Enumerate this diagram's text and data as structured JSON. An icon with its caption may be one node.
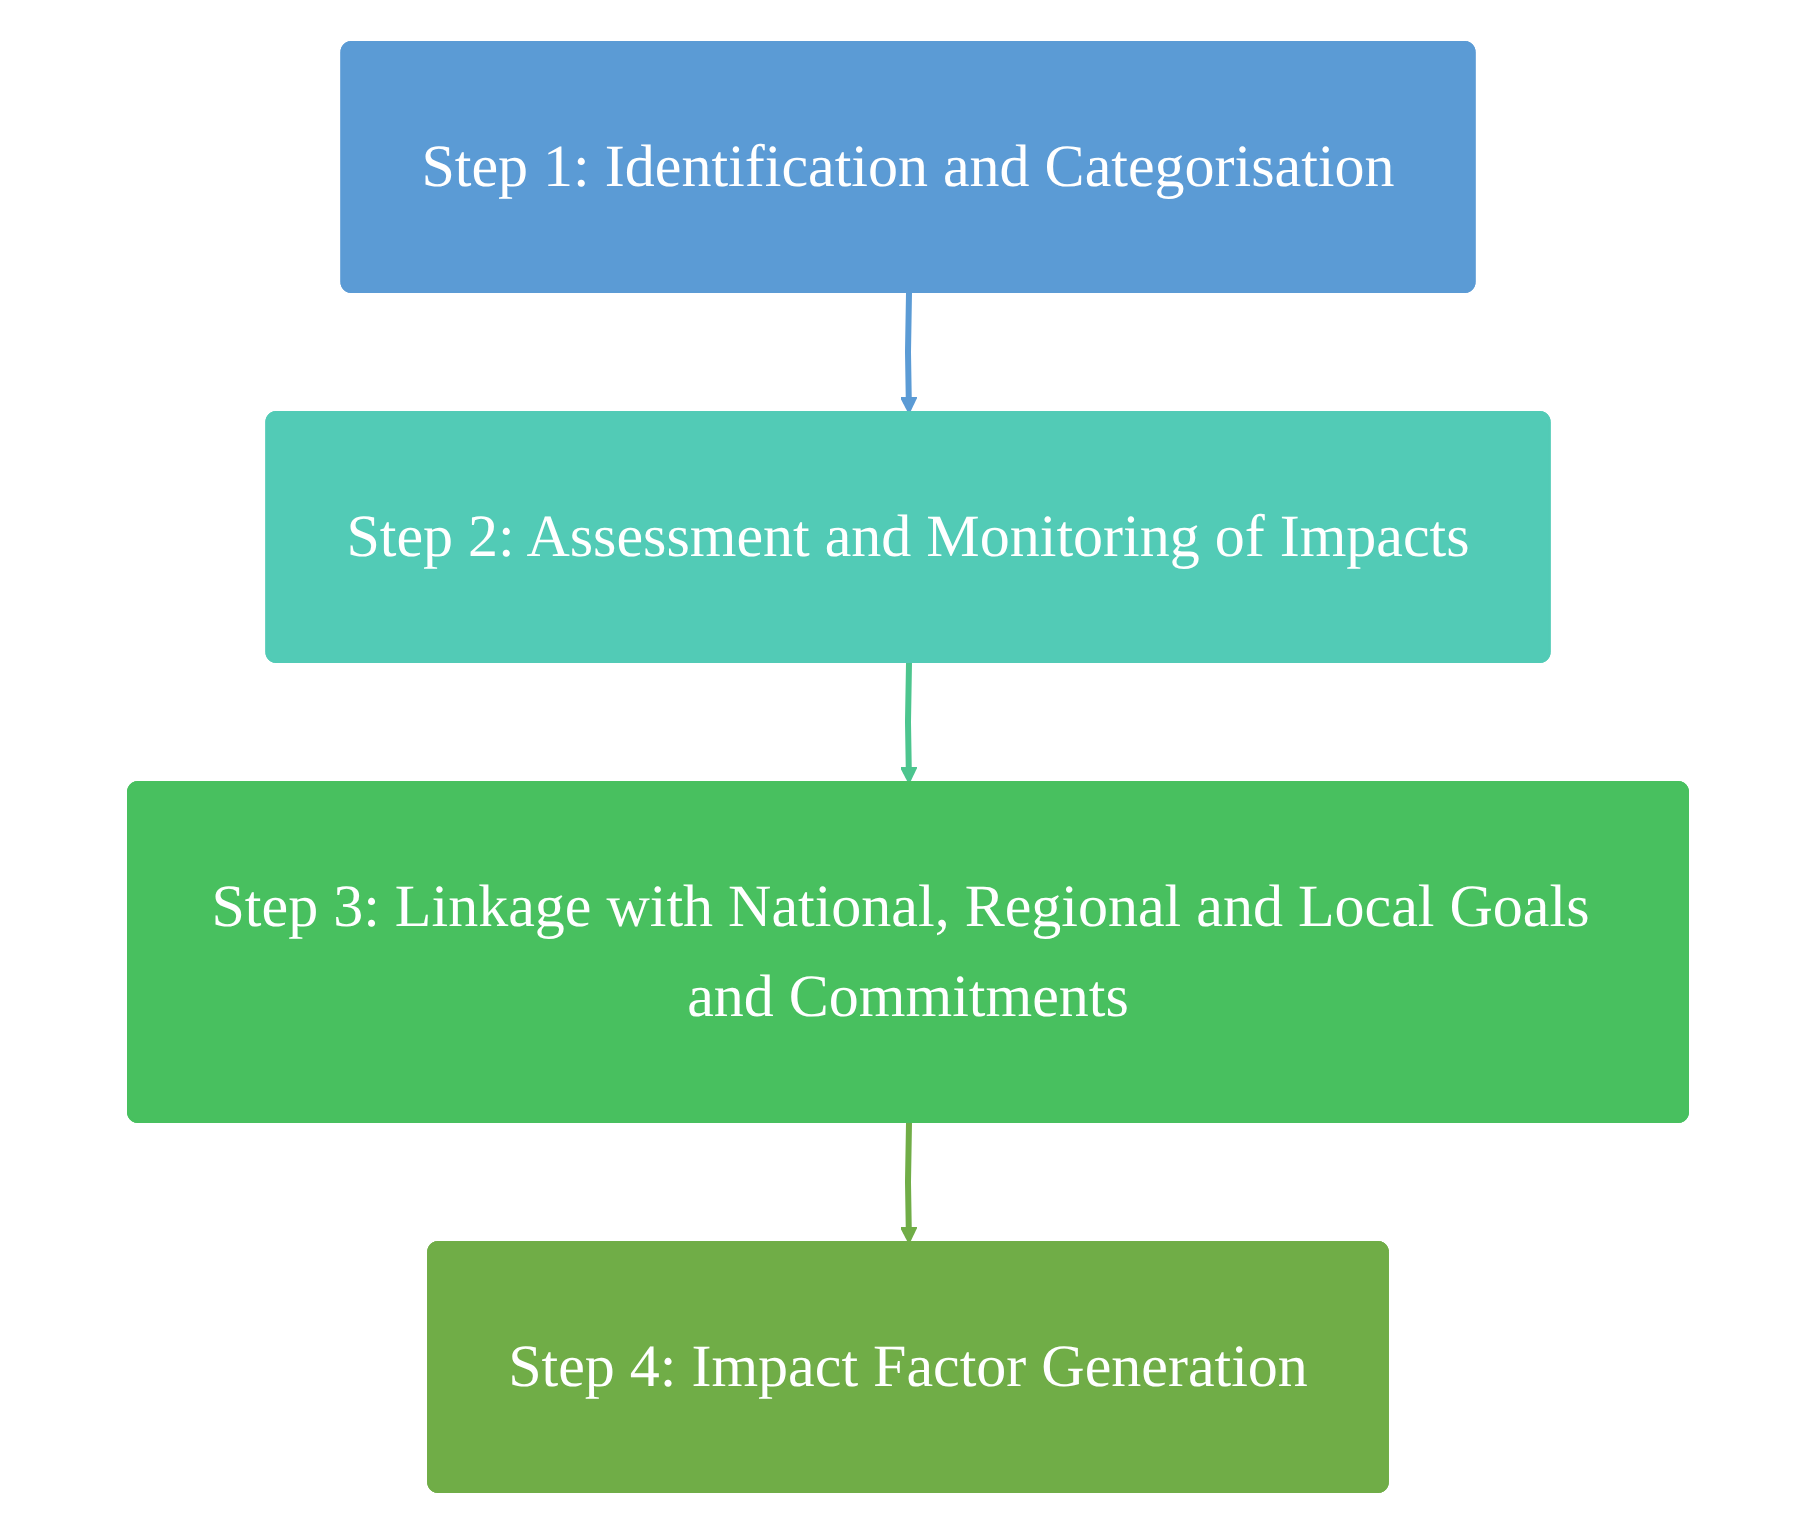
{
  "diagram": {
    "nodes": [
      {
        "text": [
          "Step 1: Identification and Categorisation"
        ]
      },
      {
        "text": [
          "Step 2: Assessment and Monitoring of Impacts"
        ]
      },
      {
        "text": [
          "Step 3: Linkage with National, Regional and Local Goals and Commitments"
        ]
      },
      {
        "text": [
          "Step 4: Impact Factor Generation"
        ]
      }
    ],
    "edges": [
      {
        "from": 0,
        "to": 1,
        "arrow": "to",
        "color": "#5b9bd5"
      },
      {
        "from": 1,
        "to": 2,
        "arrow": "to",
        "color": "#4cc58e"
      },
      {
        "from": 2,
        "to": 3,
        "arrow": "to",
        "color": "#70ad47"
      }
    ]
  }
}
